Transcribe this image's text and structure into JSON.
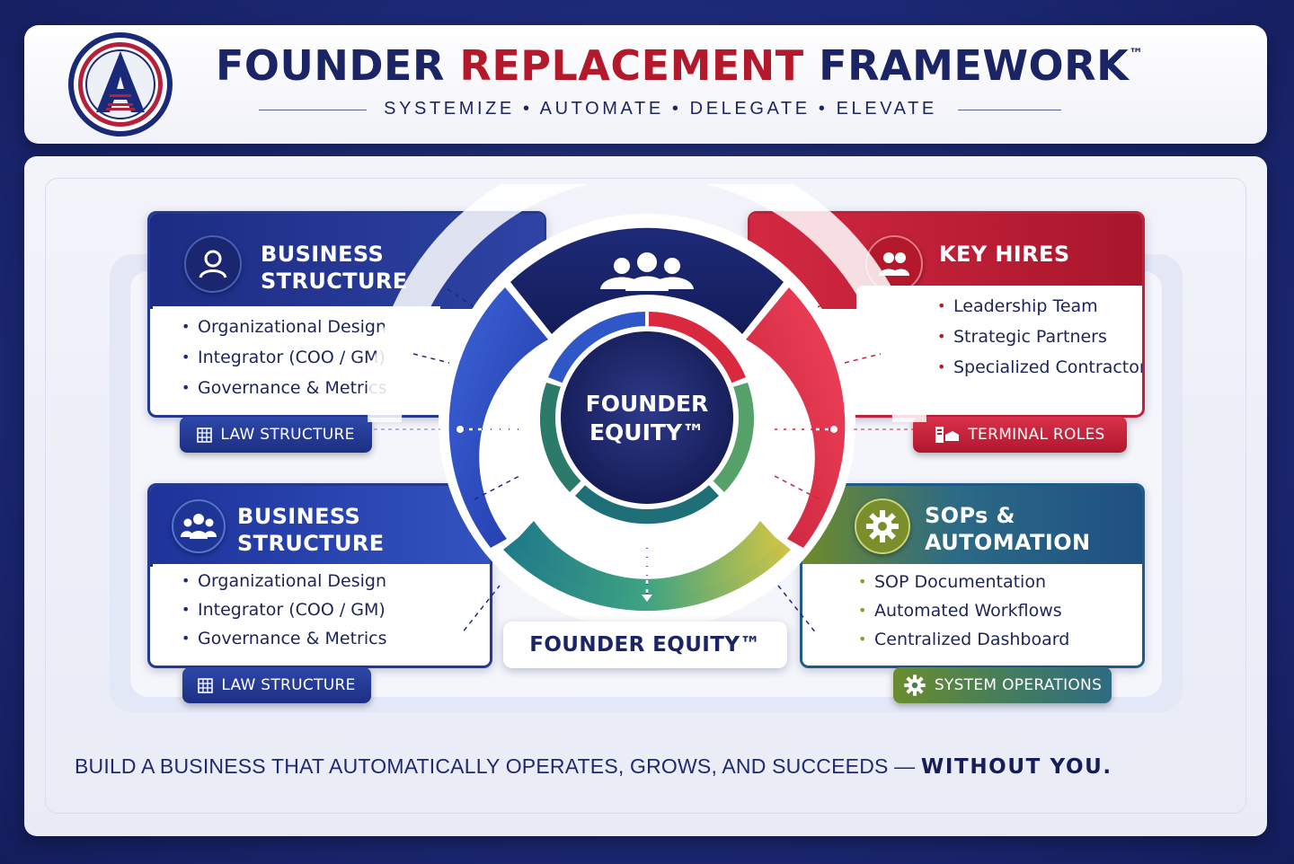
{
  "header": {
    "title_part1": "FOUNDER ",
    "title_part2": "REPLACEMENT",
    "title_part3": " FRAMEWORK",
    "trademark": "™",
    "subtitle": "SYSTEMIZE • AUTOMATE • DELEGATE • ELEVATE"
  },
  "boxes": {
    "top_left": {
      "title_line1": "BUSINESS",
      "title_line2": "STRUCTURE",
      "icon": "person-icon",
      "items": [
        "Organizational Design",
        "Integrator (COO / GM)",
        "Governance & Metrics"
      ],
      "tag": "LAW STRUCTURE",
      "tag_icon": "grid-icon"
    },
    "top_right": {
      "title": "KEY HIRES",
      "icon": "people-icon",
      "items": [
        "Leadership Team",
        "Strategic Partners",
        "Specialized Contractors"
      ],
      "tag": "TERMINAL ROLES",
      "tag_icon": "stacked-hands-icon"
    },
    "bottom_left": {
      "title_line1": "BUSINESS",
      "title_line2": "STRUCTURE",
      "icon": "team-icon",
      "items": [
        "Organizational Design",
        "Integrator (COO / GM)",
        "Governance & Metrics"
      ],
      "tag": "LAW STRUCTURE",
      "tag_icon": "grid-icon"
    },
    "bottom_right": {
      "title_line1": "SOPs &",
      "title_line2": "AUTOMATION",
      "icon": "gear-icon",
      "items": [
        "SOP Documentation",
        "Automated Workflows",
        "Centralized Dashboard"
      ],
      "tag": "SYSTEM OPERATIONS",
      "tag_icon": "gear-icon"
    }
  },
  "center": {
    "line1": "FOUNDER",
    "line2": "EQUITY™",
    "label": "FOUNDER EQUITY™",
    "top_icon": "group-icon"
  },
  "footer": {
    "tagline_main": "BUILD A BUSINESS THAT AUTOMATICALLY OPERATES, GROWS, AND SUCCEEDS — ",
    "tagline_bold": "WITHOUT YOU."
  },
  "colors": {
    "navy": "#1b2464",
    "red": "#b3192b",
    "blue": "#2e43a4",
    "olive": "#8aa02e"
  }
}
